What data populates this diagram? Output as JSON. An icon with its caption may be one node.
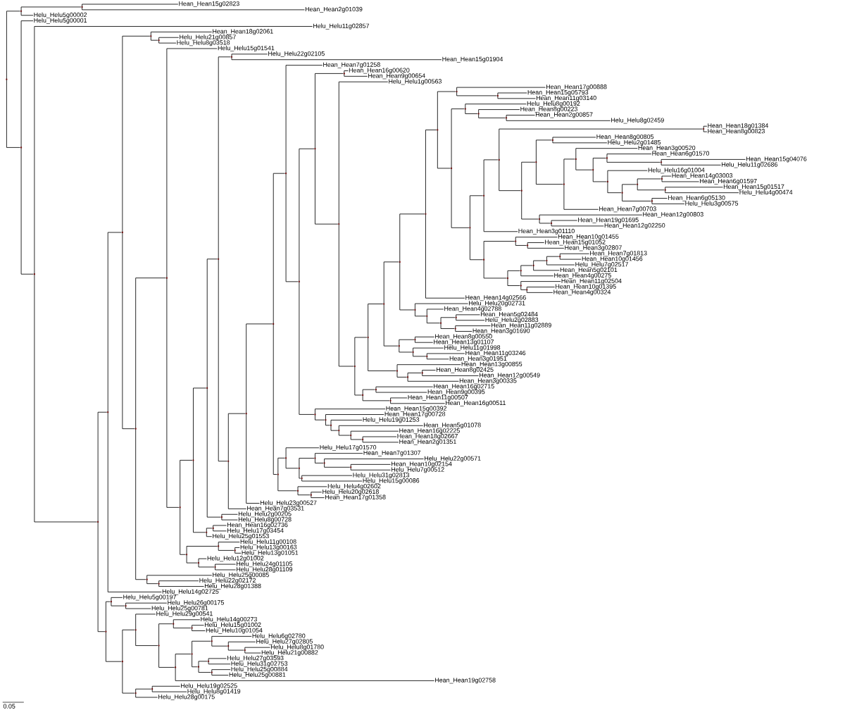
{
  "diagram": {
    "nodes": [
      {
        "text": [
          "Hean_Hean15g02823"
        ]
      },
      {
        "text": [
          "Hean_Hean2g01039"
        ]
      },
      {
        "text": [
          "Helu_Helu5g00002"
        ]
      },
      {
        "text": [
          "Helu_Helu5g00001"
        ]
      },
      {
        "text": [
          "Helu_Helu11g02857"
        ]
      },
      {
        "text": [
          "Hean_Hean18g02061"
        ]
      },
      {
        "text": [
          "Helu_Helu21g00857"
        ]
      },
      {
        "text": [
          "Helu_Helu8g03518"
        ]
      },
      {
        "text": [
          "Helu_Helu15g01541"
        ]
      },
      {
        "text": [
          "Helu_Helu22g02105"
        ]
      },
      {
        "text": [
          "Hean_Hean15g01904"
        ]
      },
      {
        "text": [
          "Hean_Hean7g01258"
        ]
      },
      {
        "text": [
          "Hean_Hean16g00620"
        ]
      },
      {
        "text": [
          "Hean_Hean9g00654"
        ]
      },
      {
        "text": [
          "Helu_Helu1g00563"
        ]
      },
      {
        "text": [
          "Hean_Hean17g00888"
        ]
      },
      {
        "text": [
          "Hean_Hean15g05793"
        ]
      },
      {
        "text": [
          "Hean_Hean11g03140"
        ]
      },
      {
        "text": [
          "Helu_Helu8g00192"
        ]
      },
      {
        "text": [
          "Hean_Hean8g00223"
        ]
      },
      {
        "text": [
          "Hean_Hean2g00857"
        ]
      },
      {
        "text": [
          "Helu_Helu8g02459"
        ]
      },
      {
        "text": [
          "Hean_Hean18g01384"
        ]
      },
      {
        "text": [
          "Hean_Hean8g00823"
        ]
      },
      {
        "text": [
          "Hean_Hean8g00805"
        ]
      },
      {
        "text": [
          "Helu_Helu2g01485"
        ]
      },
      {
        "text": [
          "Hean_Hean3g00520"
        ]
      },
      {
        "text": [
          "Hean_Hean6g01570"
        ]
      },
      {
        "text": [
          "Hean_Hean15g04076"
        ]
      },
      {
        "text": [
          "Helu_Helu11g02686"
        ]
      },
      {
        "text": [
          "Helu_Helu16g01004"
        ]
      },
      {
        "text": [
          "Hean_Hean14g03003"
        ]
      },
      {
        "text": [
          "Hean_Hean6g01597"
        ]
      },
      {
        "text": [
          "Hean_Hean15g01517"
        ]
      },
      {
        "text": [
          "Helu_Helu4g00474"
        ]
      },
      {
        "text": [
          "Hean_Hean6g05130"
        ]
      },
      {
        "text": [
          "Helu_Helu3g00575"
        ]
      },
      {
        "text": [
          "Hean_Hean7g00703"
        ]
      },
      {
        "text": [
          "Hean_Hean12g00803"
        ]
      },
      {
        "text": [
          "Hean_Hean19g01695"
        ]
      },
      {
        "text": [
          "Hean_Hean12g02250"
        ]
      },
      {
        "text": [
          "Hean_Hean3g01110"
        ]
      },
      {
        "text": [
          "Hean_Hean10g01455"
        ]
      },
      {
        "text": [
          "Hean_Hean15g01052"
        ]
      },
      {
        "text": [
          "Hean_Hean3g02807"
        ]
      },
      {
        "text": [
          "Hean_Hean7g01813"
        ]
      },
      {
        "text": [
          "Hean_Hean10g01456"
        ]
      },
      {
        "text": [
          "Helu_Helu7g02517"
        ]
      },
      {
        "text": [
          "Hean_Hean5g02101"
        ]
      },
      {
        "text": [
          "Hean_Hean4g00275"
        ]
      },
      {
        "text": [
          "Hean_Hean11g02504"
        ]
      },
      {
        "text": [
          "Hean_Hean10g01395"
        ]
      },
      {
        "text": [
          "Hean_Hean4g00324"
        ]
      },
      {
        "text": [
          "Hean_Hean14g02566"
        ]
      },
      {
        "text": [
          "Helu_Helu20g02731"
        ]
      },
      {
        "text": [
          "Hean_Hean4g02788"
        ]
      },
      {
        "text": [
          "Hean_Hean5g02484"
        ]
      },
      {
        "text": [
          "Helu_Helu2g02883"
        ]
      },
      {
        "text": [
          "Hean_Hean11g02889"
        ]
      },
      {
        "text": [
          "Hean_Hean3g01690"
        ]
      },
      {
        "text": [
          "Hean_Hean8g00550"
        ]
      },
      {
        "text": [
          "Hean_Hean13g01107"
        ]
      },
      {
        "text": [
          "Helu_Helu11g01998"
        ]
      },
      {
        "text": [
          "Hean_Hean11g03246"
        ]
      },
      {
        "text": [
          "Hean_Hean3g01951"
        ]
      },
      {
        "text": [
          "Hean_Hean13g00855"
        ]
      },
      {
        "text": [
          "Hean_Hean8g02425"
        ]
      },
      {
        "text": [
          "Hean_Hean12g00549"
        ]
      },
      {
        "text": [
          "Hean_Hean3g00335"
        ]
      },
      {
        "text": [
          "Hean_Hean16g02715"
        ]
      },
      {
        "text": [
          "Hean_Hean9g00395"
        ]
      },
      {
        "text": [
          "Hean_Hean11g00507"
        ]
      },
      {
        "text": [
          "Hean_Hean16g00511"
        ]
      },
      {
        "text": [
          "Hean_Hean15g00392"
        ]
      },
      {
        "text": [
          "Hean_Hean17g00728"
        ]
      },
      {
        "text": [
          "Helu_Helu19g01253"
        ]
      },
      {
        "text": [
          "Hean_Hean5g01078"
        ]
      },
      {
        "text": [
          "Hean_Hean16g02225"
        ]
      },
      {
        "text": [
          "Hean_Hean18g02667"
        ]
      },
      {
        "text": [
          "Hean_Hean2g01351"
        ]
      },
      {
        "text": [
          "Helu_Helu17g01570"
        ]
      },
      {
        "text": [
          "Hean_Hean7g01307"
        ]
      },
      {
        "text": [
          "Helu_Helu22g00571"
        ]
      },
      {
        "text": [
          "Hean_Hean10g02154"
        ]
      },
      {
        "text": [
          "Helu_Helu7g00512"
        ]
      },
      {
        "text": [
          "Helu_Helu31g02813"
        ]
      },
      {
        "text": [
          "Helu_Helu15g00086"
        ]
      },
      {
        "text": [
          "Helu_Helu4g02602"
        ]
      },
      {
        "text": [
          "Helu_Helu20g02618"
        ]
      },
      {
        "text": [
          "Hean_Hean17g01358"
        ]
      },
      {
        "text": [
          "Helu_Helu23g00527"
        ]
      },
      {
        "text": [
          "Hean_Hean7g03531"
        ]
      },
      {
        "text": [
          "Helu_Helu2g00205"
        ]
      },
      {
        "text": [
          "Helu_Helu8g00728"
        ]
      },
      {
        "text": [
          "Hean_Hean16g02736"
        ]
      },
      {
        "text": [
          "Helu_Helu17g03454"
        ]
      },
      {
        "text": [
          "Helu_Helu25g01553"
        ]
      },
      {
        "text": [
          "Helu_Helu11g00108"
        ]
      },
      {
        "text": [
          "Helu_Helu13g00163"
        ]
      },
      {
        "text": [
          "Helu_Helu13g01051"
        ]
      },
      {
        "text": [
          "Helu_Helu12g01002"
        ]
      },
      {
        "text": [
          "Helu_Helu24g01105"
        ]
      },
      {
        "text": [
          "Helu_Helu28g01109"
        ]
      },
      {
        "text": [
          "Helu_Helu25g00085"
        ]
      },
      {
        "text": [
          "Helu_Helu22g02172"
        ]
      },
      {
        "text": [
          "Helu_Helu28g01388"
        ]
      },
      {
        "text": [
          "Helu_Helu14g02725"
        ]
      },
      {
        "text": [
          "Helu_Helu5g00197"
        ]
      },
      {
        "text": [
          "Helu_Helu26g00175"
        ]
      },
      {
        "text": [
          "Helu_Helu25g00781"
        ]
      },
      {
        "text": [
          "Helu_Helu29g00541"
        ]
      },
      {
        "text": [
          "Helu_Helu14g00273"
        ]
      },
      {
        "text": [
          "Helu_Helu15g01002"
        ]
      },
      {
        "text": [
          "Helu_Helu10g01054"
        ]
      },
      {
        "text": [
          "Helu_Helu6g02780"
        ]
      },
      {
        "text": [
          "Helu_Helu27g02805"
        ]
      },
      {
        "text": [
          "Helu_Helu8g01780"
        ]
      },
      {
        "text": [
          "Helu_Helu21g00882"
        ]
      },
      {
        "text": [
          "Helu_Helu27g03593"
        ]
      },
      {
        "text": [
          "Helu_Helu31g02753"
        ]
      },
      {
        "text": [
          "Helu_Helu25g00884"
        ]
      },
      {
        "text": [
          "Helu_Helu25g00881"
        ]
      },
      {
        "text": [
          "Hean_Hean19g02758"
        ]
      },
      {
        "text": [
          "Helu_Helu19g02525"
        ]
      },
      {
        "text": [
          "Helu_Helu8g01419"
        ]
      },
      {
        "text": [
          "Helu_Helu28g00175"
        ]
      },
      {
        "text": [],
        "shape": "dot"
      },
      {
        "text": [],
        "shape": "dot"
      },
      {
        "text": [],
        "shape": "dot"
      },
      {
        "text": [],
        "shape": "dot"
      },
      {
        "text": [],
        "shape": "dot"
      },
      {
        "text": [],
        "shape": "dot"
      },
      {
        "text": [],
        "shape": "dot"
      },
      {
        "text": [],
        "shape": "dot"
      },
      {
        "text": [],
        "shape": "dot"
      },
      {
        "text": [],
        "shape": "dot"
      },
      {
        "text": [],
        "shape": "dot"
      },
      {
        "text": [],
        "shape": "dot"
      },
      {
        "text": [],
        "shape": "dot"
      },
      {
        "text": [],
        "shape": "dot"
      },
      {
        "text": [],
        "shape": "dot"
      },
      {
        "text": [],
        "shape": "dot"
      },
      {
        "text": [],
        "shape": "dot"
      },
      {
        "text": [],
        "shape": "dot"
      },
      {
        "text": [],
        "shape": "dot"
      },
      {
        "text": [],
        "shape": "dot"
      },
      {
        "text": [],
        "shape": "dot"
      },
      {
        "text": [],
        "shape": "dot"
      },
      {
        "text": [],
        "shape": "dot"
      },
      {
        "text": [],
        "shape": "dot"
      },
      {
        "text": [],
        "shape": "dot"
      },
      {
        "text": [],
        "shape": "dot"
      },
      {
        "text": [],
        "shape": "dot"
      },
      {
        "text": [],
        "shape": "dot"
      },
      {
        "text": [],
        "shape": "dot"
      },
      {
        "text": [],
        "shape": "dot"
      },
      {
        "text": [],
        "shape": "dot"
      },
      {
        "text": [],
        "shape": "dot"
      },
      {
        "text": [],
        "shape": "dot"
      },
      {
        "text": [],
        "shape": "dot"
      },
      {
        "text": [],
        "shape": "dot"
      },
      {
        "text": [],
        "shape": "dot"
      },
      {
        "text": [],
        "shape": "dot"
      },
      {
        "text": [],
        "shape": "dot"
      },
      {
        "text": [],
        "shape": "dot"
      },
      {
        "text": [],
        "shape": "dot"
      },
      {
        "text": [],
        "shape": "dot"
      },
      {
        "text": [],
        "shape": "dot"
      },
      {
        "text": [],
        "shape": "dot"
      },
      {
        "text": [],
        "shape": "dot"
      },
      {
        "text": [],
        "shape": "dot"
      },
      {
        "text": [],
        "shape": "dot"
      },
      {
        "text": [],
        "shape": "dot"
      },
      {
        "text": [],
        "shape": "dot"
      },
      {
        "text": [],
        "shape": "dot"
      },
      {
        "text": [],
        "shape": "dot"
      },
      {
        "text": [],
        "shape": "dot"
      },
      {
        "text": [],
        "shape": "dot"
      },
      {
        "text": [],
        "shape": "dot"
      },
      {
        "text": [],
        "shape": "dot"
      },
      {
        "text": [],
        "shape": "dot"
      },
      {
        "text": [],
        "shape": "dot"
      },
      {
        "text": [],
        "shape": "dot"
      },
      {
        "text": [],
        "shape": "dot"
      },
      {
        "text": [],
        "shape": "dot"
      },
      {
        "text": [],
        "shape": "dot"
      },
      {
        "text": [],
        "shape": "dot"
      },
      {
        "text": [],
        "shape": "dot"
      },
      {
        "text": [],
        "shape": "dot"
      },
      {
        "text": [],
        "shape": "dot"
      },
      {
        "text": [],
        "shape": "dot"
      },
      {
        "text": [],
        "shape": "dot"
      },
      {
        "text": [],
        "shape": "dot"
      },
      {
        "text": [],
        "shape": "dot"
      },
      {
        "text": [],
        "shape": "dot"
      },
      {
        "text": [],
        "shape": "dot"
      },
      {
        "text": [],
        "shape": "dot"
      },
      {
        "text": [],
        "shape": "dot"
      },
      {
        "text": [],
        "shape": "dot"
      },
      {
        "text": [],
        "shape": "dot"
      },
      {
        "text": [],
        "shape": "dot"
      },
      {
        "text": [],
        "shape": "dot"
      },
      {
        "text": [],
        "shape": "dot"
      },
      {
        "text": [],
        "shape": "dot"
      },
      {
        "text": [],
        "shape": "dot"
      },
      {
        "text": [],
        "shape": "dot"
      },
      {
        "text": [],
        "shape": "dot"
      },
      {
        "text": [],
        "shape": "dot"
      },
      {
        "text": [],
        "shape": "dot"
      },
      {
        "text": [],
        "shape": "dot"
      },
      {
        "text": [],
        "shape": "dot"
      },
      {
        "text": [],
        "shape": "dot"
      },
      {
        "text": [],
        "shape": "dot"
      },
      {
        "text": [],
        "shape": "dot"
      },
      {
        "text": [],
        "shape": "dot"
      },
      {
        "text": [],
        "shape": "dot"
      },
      {
        "text": [],
        "shape": "dot"
      },
      {
        "text": [],
        "shape": "dot"
      },
      {
        "text": [],
        "shape": "dot"
      },
      {
        "text": [],
        "shape": "dot"
      },
      {
        "text": [],
        "shape": "dot"
      },
      {
        "text": [],
        "shape": "dot"
      },
      {
        "text": [],
        "shape": "dot"
      },
      {
        "text": [],
        "shape": "dot"
      },
      {
        "text": [],
        "shape": "dot"
      },
      {
        "text": [],
        "shape": "dot"
      },
      {
        "text": [],
        "shape": "dot"
      },
      {
        "text": [],
        "shape": "dot"
      },
      {
        "text": [],
        "shape": "dot"
      },
      {
        "text": [],
        "shape": "dot"
      },
      {
        "text": [],
        "shape": "dot"
      },
      {
        "text": [],
        "shape": "dot"
      },
      {
        "text": [],
        "shape": "dot"
      },
      {
        "text": [],
        "shape": "dot"
      },
      {
        "text": [],
        "shape": "dot"
      },
      {
        "text": [],
        "shape": "dot"
      },
      {
        "text": [],
        "shape": "dot"
      },
      {
        "text": [],
        "shape": "dot"
      },
      {
        "text": [],
        "shape": "dot"
      },
      {
        "text": [],
        "shape": "dot"
      },
      {
        "text": [],
        "shape": "dot"
      },
      {
        "text": [],
        "shape": "dot"
      },
      {
        "text": [],
        "shape": "dot"
      },
      {
        "text": [],
        "shape": "dot"
      },
      {
        "text": [],
        "shape": "dot"
      },
      {
        "text": [],
        "shape": "dot"
      },
      {
        "text": [],
        "shape": "dot"
      },
      {
        "text": [],
        "shape": "dot"
      },
      {
        "text": [],
        "shape": "dot"
      },
      {
        "text": [],
        "shape": "dot"
      },
      {
        "text": [],
        "shape": "dot"
      }
    ],
    "edges": [
      {
        "from": 128,
        "to": 0,
        "arrow": "none"
      },
      {
        "from": 128,
        "to": 1,
        "arrow": "none"
      },
      {
        "from": 127,
        "to": 2,
        "arrow": "none"
      },
      {
        "from": 129,
        "to": 3,
        "arrow": "none"
      },
      {
        "from": 130,
        "to": 4,
        "arrow": "none"
      },
      {
        "from": 134,
        "to": 5,
        "arrow": "none"
      },
      {
        "from": 135,
        "to": 6,
        "arrow": "none"
      },
      {
        "from": 135,
        "to": 7,
        "arrow": "none"
      },
      {
        "from": 137,
        "to": 8,
        "arrow": "none"
      },
      {
        "from": 142,
        "to": 9,
        "arrow": "none"
      },
      {
        "from": 142,
        "to": 10,
        "arrow": "none"
      },
      {
        "from": 146,
        "to": 11,
        "arrow": "none"
      },
      {
        "from": 149,
        "to": 12,
        "arrow": "none"
      },
      {
        "from": 149,
        "to": 13,
        "arrow": "none"
      },
      {
        "from": 150,
        "to": 14,
        "arrow": "none"
      },
      {
        "from": 157,
        "to": 15,
        "arrow": "none"
      },
      {
        "from": 158,
        "to": 16,
        "arrow": "none"
      },
      {
        "from": 158,
        "to": 17,
        "arrow": "none"
      },
      {
        "from": 160,
        "to": 18,
        "arrow": "none"
      },
      {
        "from": 161,
        "to": 19,
        "arrow": "none"
      },
      {
        "from": 162,
        "to": 20,
        "arrow": "none"
      },
      {
        "from": 162,
        "to": 21,
        "arrow": "none"
      },
      {
        "from": 166,
        "to": 22,
        "arrow": "none"
      },
      {
        "from": 166,
        "to": 23,
        "arrow": "none"
      },
      {
        "from": 169,
        "to": 24,
        "arrow": "none"
      },
      {
        "from": 169,
        "to": 25,
        "arrow": "none"
      },
      {
        "from": 171,
        "to": 26,
        "arrow": "none"
      },
      {
        "from": 173,
        "to": 27,
        "arrow": "none"
      },
      {
        "from": 174,
        "to": 28,
        "arrow": "none"
      },
      {
        "from": 174,
        "to": 29,
        "arrow": "none"
      },
      {
        "from": 175,
        "to": 30,
        "arrow": "none"
      },
      {
        "from": 178,
        "to": 31,
        "arrow": "none"
      },
      {
        "from": 178,
        "to": 32,
        "arrow": "none"
      },
      {
        "from": 179,
        "to": 33,
        "arrow": "none"
      },
      {
        "from": 179,
        "to": 34,
        "arrow": "none"
      },
      {
        "from": 180,
        "to": 35,
        "arrow": "none"
      },
      {
        "from": 180,
        "to": 36,
        "arrow": "none"
      },
      {
        "from": 170,
        "to": 37,
        "arrow": "none"
      },
      {
        "from": 181,
        "to": 38,
        "arrow": "none"
      },
      {
        "from": 182,
        "to": 39,
        "arrow": "none"
      },
      {
        "from": 182,
        "to": 40,
        "arrow": "none"
      },
      {
        "from": 164,
        "to": 41,
        "arrow": "none"
      },
      {
        "from": 184,
        "to": 42,
        "arrow": "none"
      },
      {
        "from": 185,
        "to": 43,
        "arrow": "none"
      },
      {
        "from": 185,
        "to": 44,
        "arrow": "none"
      },
      {
        "from": 190,
        "to": 45,
        "arrow": "none"
      },
      {
        "from": 190,
        "to": 46,
        "arrow": "none"
      },
      {
        "from": 189,
        "to": 47,
        "arrow": "none"
      },
      {
        "from": 188,
        "to": 48,
        "arrow": "none"
      },
      {
        "from": 187,
        "to": 49,
        "arrow": "none"
      },
      {
        "from": 191,
        "to": 50,
        "arrow": "none"
      },
      {
        "from": 192,
        "to": 51,
        "arrow": "none"
      },
      {
        "from": 192,
        "to": 52,
        "arrow": "none"
      },
      {
        "from": 155,
        "to": 53,
        "arrow": "none"
      },
      {
        "from": 193,
        "to": 54,
        "arrow": "none"
      },
      {
        "from": 194,
        "to": 55,
        "arrow": "none"
      },
      {
        "from": 196,
        "to": 56,
        "arrow": "none"
      },
      {
        "from": 196,
        "to": 57,
        "arrow": "none"
      },
      {
        "from": 197,
        "to": 58,
        "arrow": "none"
      },
      {
        "from": 197,
        "to": 59,
        "arrow": "none"
      },
      {
        "from": 199,
        "to": 60,
        "arrow": "none"
      },
      {
        "from": 199,
        "to": 61,
        "arrow": "none"
      },
      {
        "from": 200,
        "to": 62,
        "arrow": "none"
      },
      {
        "from": 201,
        "to": 63,
        "arrow": "none"
      },
      {
        "from": 201,
        "to": 64,
        "arrow": "none"
      },
      {
        "from": 202,
        "to": 65,
        "arrow": "none"
      },
      {
        "from": 204,
        "to": 66,
        "arrow": "none"
      },
      {
        "from": 204,
        "to": 67,
        "arrow": "none"
      },
      {
        "from": 203,
        "to": 68,
        "arrow": "none"
      },
      {
        "from": 206,
        "to": 69,
        "arrow": "none"
      },
      {
        "from": 206,
        "to": 70,
        "arrow": "none"
      },
      {
        "from": 207,
        "to": 71,
        "arrow": "none"
      },
      {
        "from": 207,
        "to": 72,
        "arrow": "none"
      },
      {
        "from": 208,
        "to": 73,
        "arrow": "none"
      },
      {
        "from": 209,
        "to": 74,
        "arrow": "none"
      },
      {
        "from": 210,
        "to": 75,
        "arrow": "none"
      },
      {
        "from": 211,
        "to": 76,
        "arrow": "none"
      },
      {
        "from": 212,
        "to": 77,
        "arrow": "none"
      },
      {
        "from": 213,
        "to": 78,
        "arrow": "none"
      },
      {
        "from": 213,
        "to": 79,
        "arrow": "none"
      },
      {
        "from": 215,
        "to": 80,
        "arrow": "none"
      },
      {
        "from": 217,
        "to": 81,
        "arrow": "none"
      },
      {
        "from": 218,
        "to": 82,
        "arrow": "none"
      },
      {
        "from": 219,
        "to": 83,
        "arrow": "none"
      },
      {
        "from": 219,
        "to": 84,
        "arrow": "none"
      },
      {
        "from": 220,
        "to": 85,
        "arrow": "none"
      },
      {
        "from": 220,
        "to": 86,
        "arrow": "none"
      },
      {
        "from": 221,
        "to": 87,
        "arrow": "none"
      },
      {
        "from": 222,
        "to": 88,
        "arrow": "none"
      },
      {
        "from": 222,
        "to": 89,
        "arrow": "none"
      },
      {
        "from": 144,
        "to": 90,
        "arrow": "none"
      },
      {
        "from": 143,
        "to": 91,
        "arrow": "none"
      },
      {
        "from": 223,
        "to": 92,
        "arrow": "none"
      },
      {
        "from": 223,
        "to": 93,
        "arrow": "none"
      },
      {
        "from": 225,
        "to": 94,
        "arrow": "none"
      },
      {
        "from": 225,
        "to": 95,
        "arrow": "none"
      },
      {
        "from": 224,
        "to": 96,
        "arrow": "none"
      },
      {
        "from": 227,
        "to": 97,
        "arrow": "none"
      },
      {
        "from": 228,
        "to": 98,
        "arrow": "none"
      },
      {
        "from": 228,
        "to": 99,
        "arrow": "none"
      },
      {
        "from": 229,
        "to": 100,
        "arrow": "none"
      },
      {
        "from": 230,
        "to": 101,
        "arrow": "none"
      },
      {
        "from": 230,
        "to": 102,
        "arrow": "none"
      },
      {
        "from": 231,
        "to": 103,
        "arrow": "none"
      },
      {
        "from": 232,
        "to": 104,
        "arrow": "none"
      },
      {
        "from": 232,
        "to": 105,
        "arrow": "none"
      },
      {
        "from": 132,
        "to": 106,
        "arrow": "none"
      },
      {
        "from": 234,
        "to": 107,
        "arrow": "none"
      },
      {
        "from": 235,
        "to": 108,
        "arrow": "none"
      },
      {
        "from": 235,
        "to": 109,
        "arrow": "none"
      },
      {
        "from": 237,
        "to": 110,
        "arrow": "none"
      },
      {
        "from": 239,
        "to": 111,
        "arrow": "none"
      },
      {
        "from": 240,
        "to": 112,
        "arrow": "none"
      },
      {
        "from": 240,
        "to": 113,
        "arrow": "none"
      },
      {
        "from": 243,
        "to": 114,
        "arrow": "none"
      },
      {
        "from": 244,
        "to": 115,
        "arrow": "none"
      },
      {
        "from": 245,
        "to": 116,
        "arrow": "none"
      },
      {
        "from": 245,
        "to": 117,
        "arrow": "none"
      },
      {
        "from": 247,
        "to": 118,
        "arrow": "none"
      },
      {
        "from": 247,
        "to": 119,
        "arrow": "none"
      },
      {
        "from": 248,
        "to": 120,
        "arrow": "none"
      },
      {
        "from": 248,
        "to": 121,
        "arrow": "none"
      },
      {
        "from": 241,
        "to": 122,
        "arrow": "none"
      },
      {
        "from": 250,
        "to": 123,
        "arrow": "none"
      },
      {
        "from": 250,
        "to": 124,
        "arrow": "none"
      },
      {
        "from": 249,
        "to": 125,
        "arrow": "none"
      },
      {
        "from": 126,
        "to": 127,
        "arrow": "none"
      },
      {
        "from": 127,
        "to": 128,
        "arrow": "none"
      },
      {
        "from": 126,
        "to": 129,
        "arrow": "none"
      },
      {
        "from": 129,
        "to": 130,
        "arrow": "none"
      },
      {
        "from": 130,
        "to": 131,
        "arrow": "none"
      },
      {
        "from": 131,
        "to": 132,
        "arrow": "none"
      },
      {
        "from": 132,
        "to": 133,
        "arrow": "none"
      },
      {
        "from": 133,
        "to": 134,
        "arrow": "none"
      },
      {
        "from": 134,
        "to": 135,
        "arrow": "none"
      },
      {
        "from": 133,
        "to": 136,
        "arrow": "none"
      },
      {
        "from": 136,
        "to": 137,
        "arrow": "none"
      },
      {
        "from": 137,
        "to": 138,
        "arrow": "none"
      },
      {
        "from": 138,
        "to": 139,
        "arrow": "none"
      },
      {
        "from": 139,
        "to": 140,
        "arrow": "none"
      },
      {
        "from": 140,
        "to": 141,
        "arrow": "none"
      },
      {
        "from": 141,
        "to": 142,
        "arrow": "none"
      },
      {
        "from": 141,
        "to": 143,
        "arrow": "none"
      },
      {
        "from": 143,
        "to": 144,
        "arrow": "none"
      },
      {
        "from": 144,
        "to": 145,
        "arrow": "none"
      },
      {
        "from": 145,
        "to": 146,
        "arrow": "none"
      },
      {
        "from": 146,
        "to": 147,
        "arrow": "none"
      },
      {
        "from": 147,
        "to": 148,
        "arrow": "none"
      },
      {
        "from": 148,
        "to": 149,
        "arrow": "none"
      },
      {
        "from": 148,
        "to": 150,
        "arrow": "none"
      },
      {
        "from": 150,
        "to": 151,
        "arrow": "none"
      },
      {
        "from": 151,
        "to": 152,
        "arrow": "none"
      },
      {
        "from": 152,
        "to": 153,
        "arrow": "none"
      },
      {
        "from": 153,
        "to": 154,
        "arrow": "none"
      },
      {
        "from": 154,
        "to": 155,
        "arrow": "none"
      },
      {
        "from": 155,
        "to": 156,
        "arrow": "none"
      },
      {
        "from": 156,
        "to": 157,
        "arrow": "none"
      },
      {
        "from": 157,
        "to": 158,
        "arrow": "none"
      },
      {
        "from": 156,
        "to": 159,
        "arrow": "none"
      },
      {
        "from": 159,
        "to": 160,
        "arrow": "none"
      },
      {
        "from": 160,
        "to": 161,
        "arrow": "none"
      },
      {
        "from": 161,
        "to": 162,
        "arrow": "none"
      },
      {
        "from": 159,
        "to": 163,
        "arrow": "none"
      },
      {
        "from": 163,
        "to": 164,
        "arrow": "none"
      },
      {
        "from": 164,
        "to": 165,
        "arrow": "none"
      },
      {
        "from": 165,
        "to": 166,
        "arrow": "none"
      },
      {
        "from": 165,
        "to": 167,
        "arrow": "none"
      },
      {
        "from": 167,
        "to": 168,
        "arrow": "none"
      },
      {
        "from": 168,
        "to": 169,
        "arrow": "none"
      },
      {
        "from": 168,
        "to": 170,
        "arrow": "none"
      },
      {
        "from": 170,
        "to": 171,
        "arrow": "none"
      },
      {
        "from": 171,
        "to": 172,
        "arrow": "none"
      },
      {
        "from": 172,
        "to": 173,
        "arrow": "none"
      },
      {
        "from": 173,
        "to": 174,
        "arrow": "none"
      },
      {
        "from": 172,
        "to": 175,
        "arrow": "none"
      },
      {
        "from": 175,
        "to": 176,
        "arrow": "none"
      },
      {
        "from": 176,
        "to": 177,
        "arrow": "none"
      },
      {
        "from": 177,
        "to": 178,
        "arrow": "none"
      },
      {
        "from": 177,
        "to": 179,
        "arrow": "none"
      },
      {
        "from": 176,
        "to": 180,
        "arrow": "none"
      },
      {
        "from": 167,
        "to": 181,
        "arrow": "none"
      },
      {
        "from": 181,
        "to": 182,
        "arrow": "none"
      },
      {
        "from": 163,
        "to": 183,
        "arrow": "none"
      },
      {
        "from": 183,
        "to": 184,
        "arrow": "none"
      },
      {
        "from": 184,
        "to": 185,
        "arrow": "none"
      },
      {
        "from": 183,
        "to": 186,
        "arrow": "none"
      },
      {
        "from": 186,
        "to": 187,
        "arrow": "none"
      },
      {
        "from": 187,
        "to": 188,
        "arrow": "none"
      },
      {
        "from": 188,
        "to": 189,
        "arrow": "none"
      },
      {
        "from": 189,
        "to": 190,
        "arrow": "none"
      },
      {
        "from": 186,
        "to": 191,
        "arrow": "none"
      },
      {
        "from": 191,
        "to": 192,
        "arrow": "none"
      },
      {
        "from": 154,
        "to": 193,
        "arrow": "none"
      },
      {
        "from": 193,
        "to": 194,
        "arrow": "none"
      },
      {
        "from": 194,
        "to": 195,
        "arrow": "none"
      },
      {
        "from": 195,
        "to": 196,
        "arrow": "none"
      },
      {
        "from": 195,
        "to": 197,
        "arrow": "none"
      },
      {
        "from": 153,
        "to": 198,
        "arrow": "none"
      },
      {
        "from": 198,
        "to": 199,
        "arrow": "none"
      },
      {
        "from": 198,
        "to": 200,
        "arrow": "none"
      },
      {
        "from": 200,
        "to": 201,
        "arrow": "none"
      },
      {
        "from": 152,
        "to": 202,
        "arrow": "none"
      },
      {
        "from": 202,
        "to": 203,
        "arrow": "none"
      },
      {
        "from": 203,
        "to": 204,
        "arrow": "none"
      },
      {
        "from": 151,
        "to": 205,
        "arrow": "none"
      },
      {
        "from": 205,
        "to": 206,
        "arrow": "none"
      },
      {
        "from": 205,
        "to": 207,
        "arrow": "none"
      },
      {
        "from": 147,
        "to": 208,
        "arrow": "none"
      },
      {
        "from": 208,
        "to": 209,
        "arrow": "none"
      },
      {
        "from": 209,
        "to": 210,
        "arrow": "none"
      },
      {
        "from": 210,
        "to": 211,
        "arrow": "none"
      },
      {
        "from": 211,
        "to": 212,
        "arrow": "none"
      },
      {
        "from": 212,
        "to": 213,
        "arrow": "none"
      },
      {
        "from": 145,
        "to": 214,
        "arrow": "none"
      },
      {
        "from": 214,
        "to": 215,
        "arrow": "none"
      },
      {
        "from": 215,
        "to": 216,
        "arrow": "none"
      },
      {
        "from": 216,
        "to": 217,
        "arrow": "none"
      },
      {
        "from": 217,
        "to": 218,
        "arrow": "none"
      },
      {
        "from": 218,
        "to": 219,
        "arrow": "none"
      },
      {
        "from": 216,
        "to": 220,
        "arrow": "none"
      },
      {
        "from": 214,
        "to": 221,
        "arrow": "none"
      },
      {
        "from": 221,
        "to": 222,
        "arrow": "none"
      },
      {
        "from": 140,
        "to": 223,
        "arrow": "none"
      },
      {
        "from": 139,
        "to": 224,
        "arrow": "none"
      },
      {
        "from": 224,
        "to": 225,
        "arrow": "none"
      },
      {
        "from": 138,
        "to": 226,
        "arrow": "none"
      },
      {
        "from": 226,
        "to": 227,
        "arrow": "none"
      },
      {
        "from": 227,
        "to": 228,
        "arrow": "none"
      },
      {
        "from": 226,
        "to": 229,
        "arrow": "none"
      },
      {
        "from": 229,
        "to": 230,
        "arrow": "none"
      },
      {
        "from": 136,
        "to": 231,
        "arrow": "none"
      },
      {
        "from": 231,
        "to": 232,
        "arrow": "none"
      },
      {
        "from": 131,
        "to": 233,
        "arrow": "none"
      },
      {
        "from": 233,
        "to": 234,
        "arrow": "none"
      },
      {
        "from": 234,
        "to": 235,
        "arrow": "none"
      },
      {
        "from": 233,
        "to": 236,
        "arrow": "none"
      },
      {
        "from": 236,
        "to": 237,
        "arrow": "none"
      },
      {
        "from": 237,
        "to": 238,
        "arrow": "none"
      },
      {
        "from": 238,
        "to": 239,
        "arrow": "none"
      },
      {
        "from": 239,
        "to": 240,
        "arrow": "none"
      },
      {
        "from": 238,
        "to": 241,
        "arrow": "none"
      },
      {
        "from": 241,
        "to": 242,
        "arrow": "none"
      },
      {
        "from": 242,
        "to": 243,
        "arrow": "none"
      },
      {
        "from": 243,
        "to": 244,
        "arrow": "none"
      },
      {
        "from": 244,
        "to": 245,
        "arrow": "none"
      },
      {
        "from": 242,
        "to": 246,
        "arrow": "none"
      },
      {
        "from": 246,
        "to": 247,
        "arrow": "none"
      },
      {
        "from": 246,
        "to": 248,
        "arrow": "none"
      },
      {
        "from": 236,
        "to": 249,
        "arrow": "none"
      },
      {
        "from": 249,
        "to": 250,
        "arrow": "none"
      }
    ],
    "labels": [
      "0.05"
    ]
  }
}
